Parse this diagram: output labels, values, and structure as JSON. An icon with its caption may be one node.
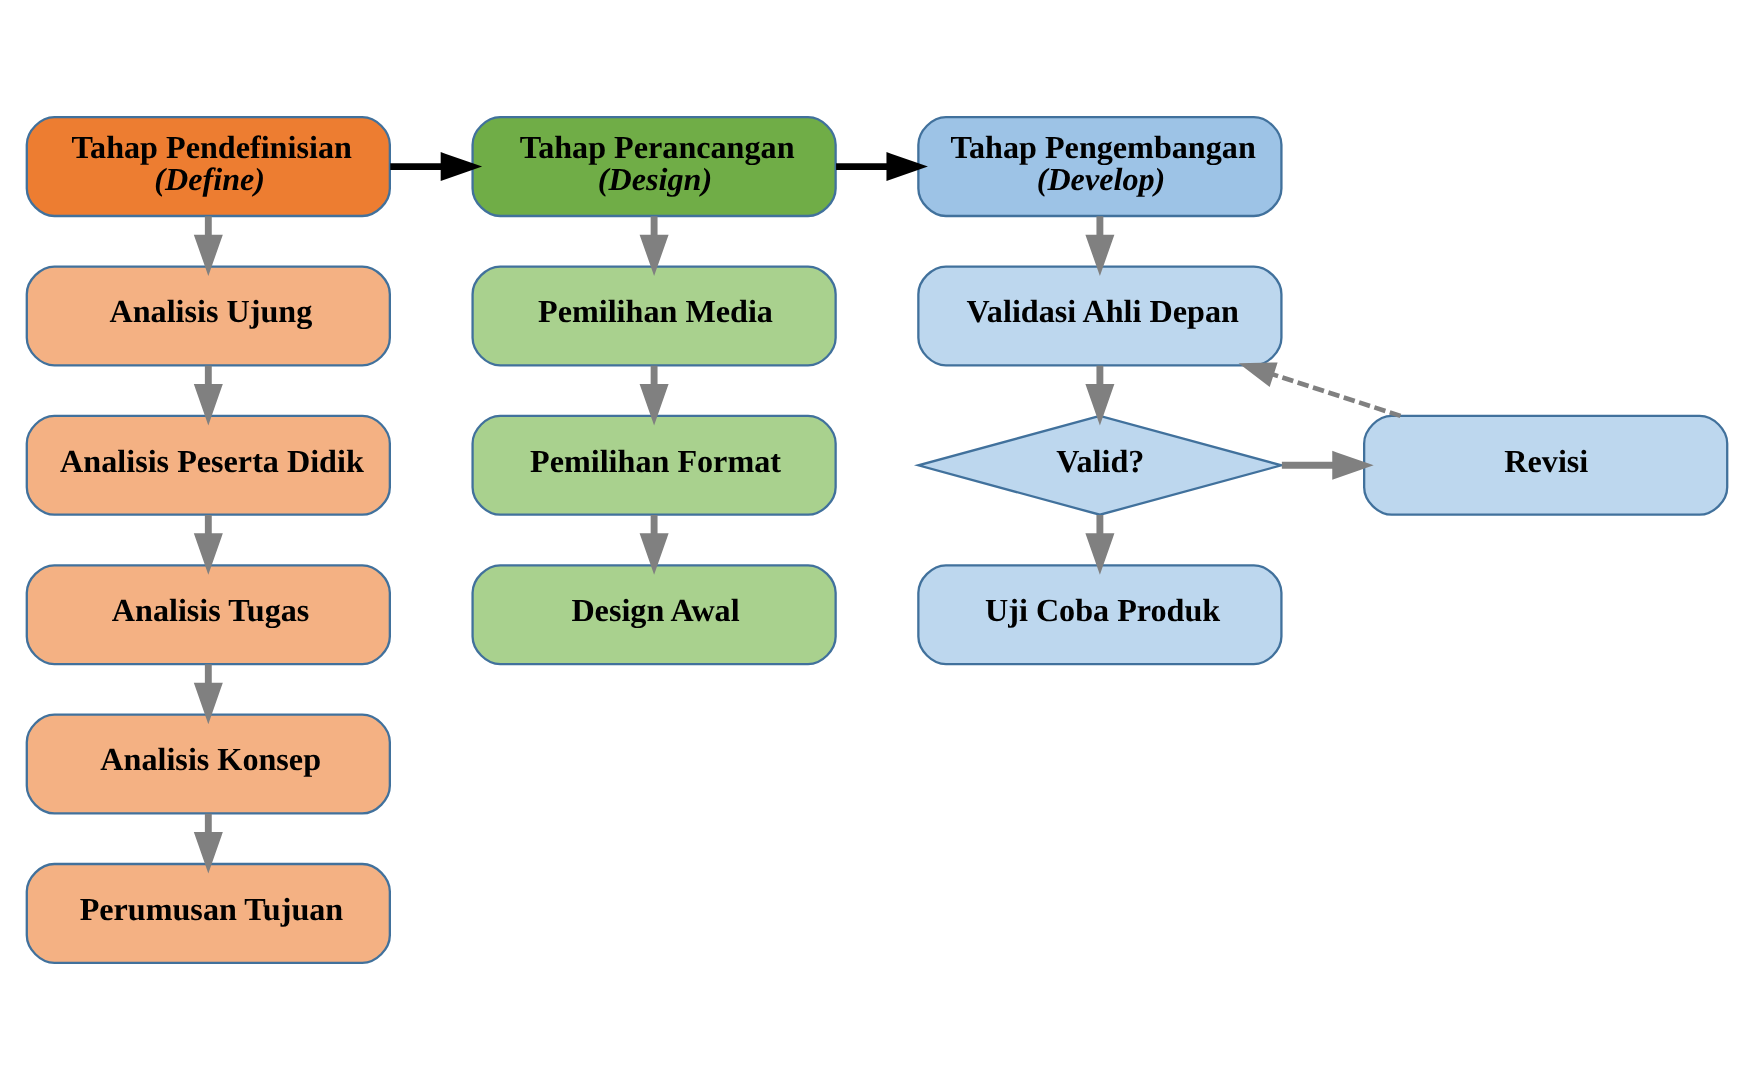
{
  "diagram": {
    "nodes": [
      {
        "text": [
          "Tahap Pendefinisian",
          "(Define)"
        ]
      },
      {
        "text": [
          "Analisis Ujung"
        ]
      },
      {
        "text": [
          "Analisis Peserta Didik"
        ]
      },
      {
        "text": [
          "Analisis Tugas"
        ]
      },
      {
        "text": [
          "Analisis Konsep"
        ]
      },
      {
        "text": [
          "Perumusan Tujuan"
        ]
      },
      {
        "text": [
          "Tahap Perancangan",
          "(Design)"
        ]
      },
      {
        "text": [
          "Pemilihan Media"
        ]
      },
      {
        "text": [
          "Pemilihan Format"
        ]
      },
      {
        "text": [
          "Design Awal"
        ]
      },
      {
        "text": [
          "Tahap Pengembangan",
          "(Develop)"
        ]
      },
      {
        "text": [
          "Validasi Ahli Depan"
        ]
      },
      {
        "text": [
          "Valid?"
        ]
      },
      {
        "text": [
          "Uji Coba Produk"
        ]
      },
      {
        "text": [
          "Revisi"
        ]
      }
    ],
    "edges": [
      {
        "from": 0,
        "to": 6,
        "arrow": "to",
        "color": "#000000"
      },
      {
        "from": 6,
        "to": 10,
        "arrow": "to",
        "color": "#000000"
      },
      {
        "from": 0,
        "to": 1,
        "arrow": "to"
      },
      {
        "from": 1,
        "to": 2,
        "arrow": "to"
      },
      {
        "from": 2,
        "to": 3,
        "arrow": "to"
      },
      {
        "from": 3,
        "to": 4,
        "arrow": "to"
      },
      {
        "from": 4,
        "to": 5,
        "arrow": "to"
      },
      {
        "from": 6,
        "to": 7,
        "arrow": "to"
      },
      {
        "from": 7,
        "to": 8,
        "arrow": "to"
      },
      {
        "from": 8,
        "to": 9,
        "arrow": "to"
      },
      {
        "from": 10,
        "to": 11,
        "arrow": "to"
      },
      {
        "from": 11,
        "to": 12,
        "arrow": "to"
      },
      {
        "from": 12,
        "to": 13,
        "arrow": "to"
      },
      {
        "from": 12,
        "to": 14,
        "arrow": "to"
      },
      {
        "from": 14,
        "to": 11,
        "arrow": "to",
        "style": "dashed"
      }
    ]
  }
}
